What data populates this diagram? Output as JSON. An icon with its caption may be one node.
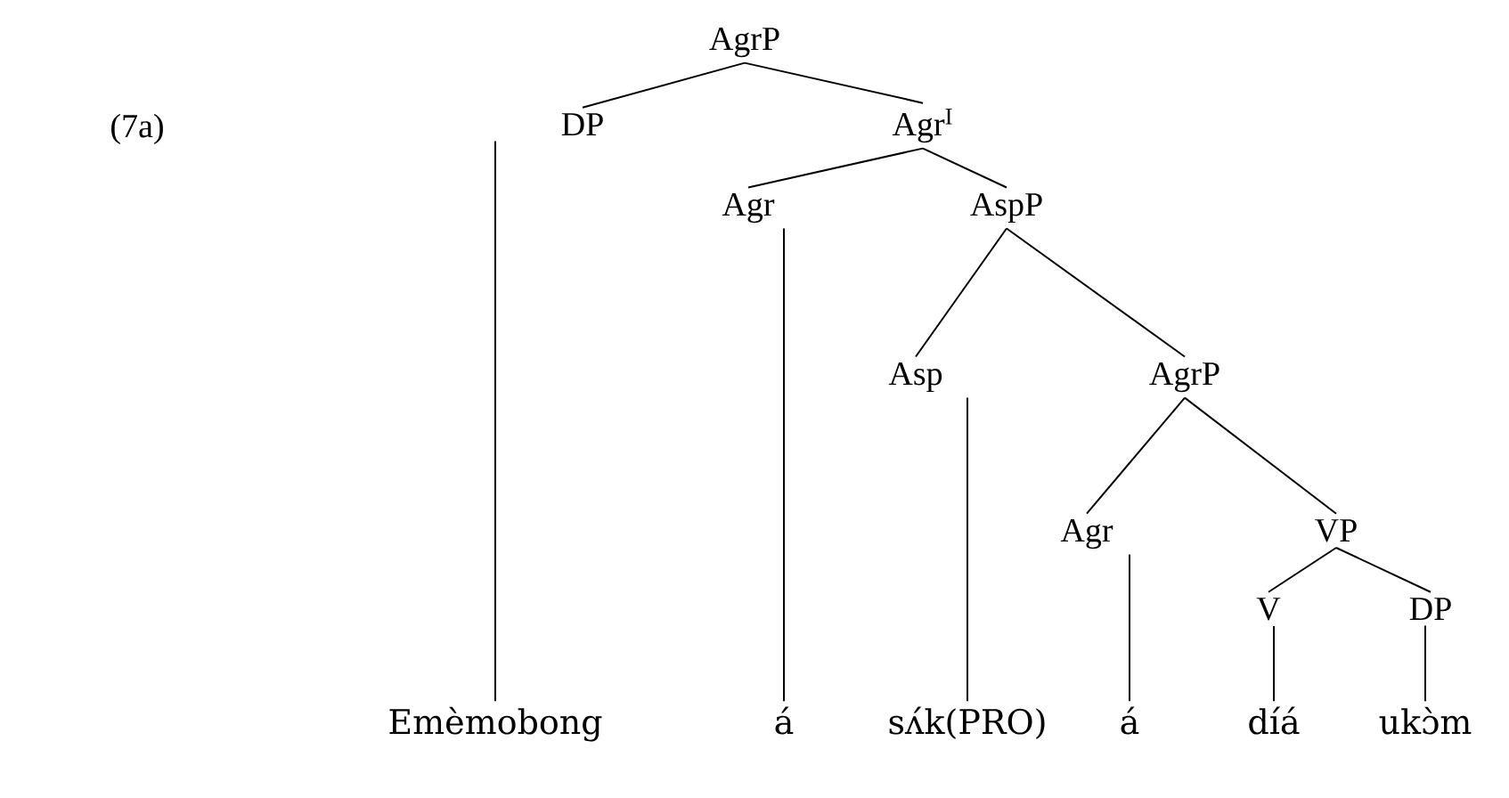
{
  "diagram": {
    "nodes": [
      {
        "text": [
          "AgrP"
        ]
      },
      {
        "text": [
          "DP"
        ]
      },
      {
        "text": [
          "Agr$^{I}$"
        ]
      },
      {
        "text": [
          "Agr"
        ]
      },
      {
        "text": [
          "AspP"
        ]
      },
      {
        "text": [
          "Asp"
        ]
      },
      {
        "text": [
          "AgrP"
        ]
      },
      {
        "text": [
          "Agr"
        ]
      },
      {
        "text": [
          "VP"
        ]
      },
      {
        "text": [
          "V"
        ]
      },
      {
        "text": [
          "DP"
        ]
      },
      {
        "text": [
          "Emèmobong"
        ]
      },
      {
        "text": [
          "á"
        ]
      },
      {
        "text": [
          "sʌ́k(PRO)"
        ]
      },
      {
        "text": [
          "á"
        ]
      },
      {
        "text": [
          "díá"
        ]
      },
      {
        "text": [
          "ukɔ̀m"
        ]
      }
    ],
    "edges": [
      {
        "from": 0,
        "to": 1,
        "arrow": "none"
      },
      {
        "from": 0,
        "to": 2,
        "arrow": "none"
      },
      {
        "from": 2,
        "to": 3,
        "arrow": "none"
      },
      {
        "from": 2,
        "to": 4,
        "arrow": "none"
      },
      {
        "from": 4,
        "to": 5,
        "arrow": "none"
      },
      {
        "from": 4,
        "to": 6,
        "arrow": "none"
      },
      {
        "from": 6,
        "to": 7,
        "arrow": "none"
      },
      {
        "from": 6,
        "to": 8,
        "arrow": "none"
      },
      {
        "from": 8,
        "to": 9,
        "arrow": "none"
      },
      {
        "from": 8,
        "to": 10,
        "arrow": "none"
      },
      {
        "from": 1,
        "to": 11,
        "arrow": "none"
      },
      {
        "from": 3,
        "to": 12,
        "arrow": "none"
      },
      {
        "from": 5,
        "to": 13,
        "arrow": "none"
      },
      {
        "from": 7,
        "to": 14,
        "arrow": "none"
      },
      {
        "from": 9,
        "to": 15,
        "arrow": "none"
      },
      {
        "from": 10,
        "to": 16,
        "arrow": "none"
      }
    ],
    "labels": [
      "(7a)"
    ]
  }
}
